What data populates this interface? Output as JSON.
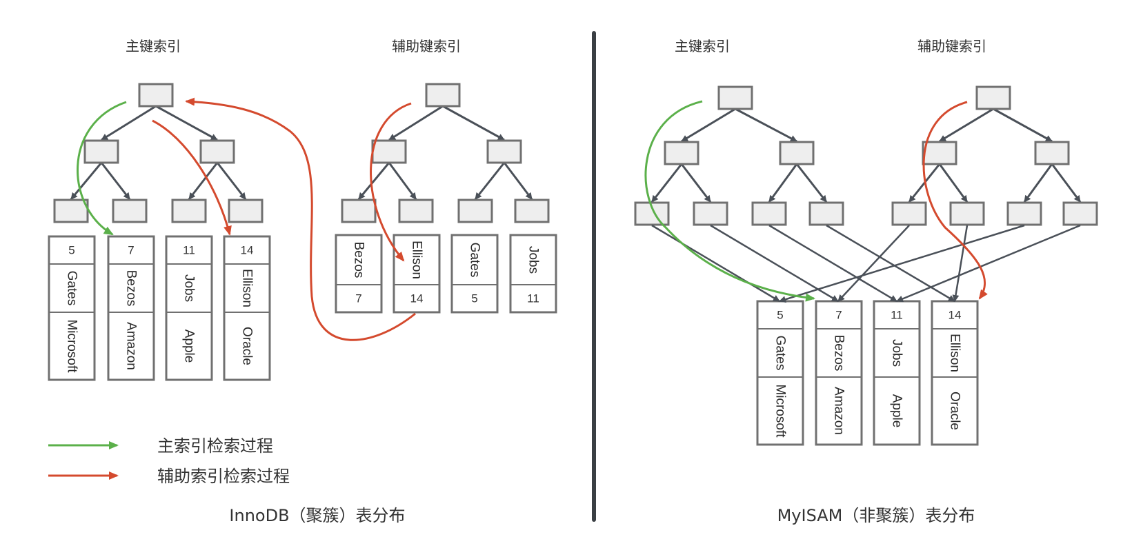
{
  "innodb": {
    "primary_index_title": "主键索引",
    "secondary_index_title": "辅助键索引",
    "caption": "InnoDB（聚簇）表分布",
    "primary_leaves": [
      {
        "id": "5",
        "name": "Gates",
        "company": "Microsoft"
      },
      {
        "id": "7",
        "name": "Bezos",
        "company": "Amazon"
      },
      {
        "id": "11",
        "name": "Jobs",
        "company": "Apple"
      },
      {
        "id": "14",
        "name": "Ellison",
        "company": "Oracle"
      }
    ],
    "secondary_leaves": [
      {
        "name": "Bezos",
        "pk": "7"
      },
      {
        "name": "Ellison",
        "pk": "14"
      },
      {
        "name": "Gates",
        "pk": "5"
      },
      {
        "name": "Jobs",
        "pk": "11"
      }
    ]
  },
  "myisam": {
    "primary_index_title": "主键索引",
    "secondary_index_title": "辅助键索引",
    "caption": "MyISAM（非聚簇）表分布",
    "rows": [
      {
        "id": "5",
        "name": "Gates",
        "company": "Microsoft"
      },
      {
        "id": "7",
        "name": "Bezos",
        "company": "Amazon"
      },
      {
        "id": "11",
        "name": "Jobs",
        "company": "Apple"
      },
      {
        "id": "14",
        "name": "Ellison",
        "company": "Oracle"
      }
    ]
  },
  "legend": {
    "primary": {
      "label": "主索引检索过程",
      "color": "#5bb04a"
    },
    "secondary": {
      "label": "辅助索引检索过程",
      "color": "#d44a2e"
    }
  },
  "colors": {
    "tree_line": "#4a5058",
    "node_border": "#707070",
    "node_fill": "#eeeeee",
    "divider": "#3a3f44"
  }
}
